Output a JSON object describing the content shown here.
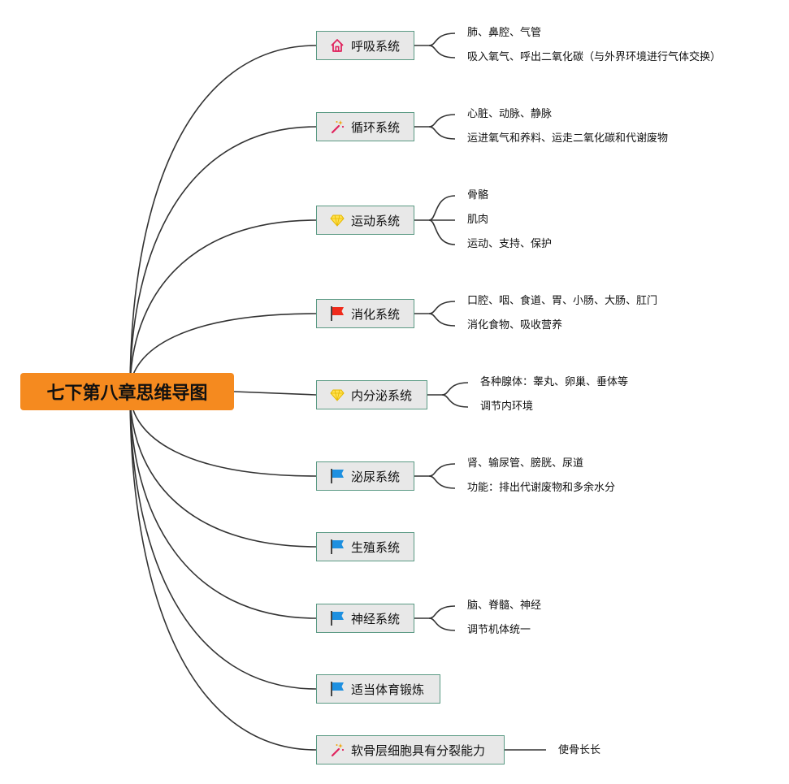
{
  "root": {
    "label": "七下第八章思维导图"
  },
  "topics": [
    {
      "label": "呼吸系统",
      "icon": "house-icon",
      "leaves": [
        "肺、鼻腔、气管",
        "吸入氧气、呼出二氧化碳（与外界环境进行气体交换）"
      ]
    },
    {
      "label": "循环系统",
      "icon": "magic-wand-icon",
      "leaves": [
        "心脏、动脉、静脉",
        "运进氧气和养料、运走二氧化碳和代谢废物"
      ]
    },
    {
      "label": "运动系统",
      "icon": "diamond-icon",
      "leaves": [
        "骨骼",
        "肌肉",
        "运动、支持、保护"
      ]
    },
    {
      "label": "消化系统",
      "icon": "red-flag-icon",
      "leaves": [
        "口腔、咽、食道、胃、小肠、大肠、肛门",
        "消化食物、吸收营养"
      ]
    },
    {
      "label": "内分泌系统",
      "icon": "diamond-icon",
      "leaves": [
        "各种腺体：睾丸、卵巢、垂体等",
        "调节内环境"
      ]
    },
    {
      "label": "泌尿系统",
      "icon": "blue-flag-icon",
      "leaves": [
        "肾、输尿管、膀胱、尿道",
        "功能：排出代谢废物和多余水分"
      ]
    },
    {
      "label": "生殖系统",
      "icon": "blue-flag-icon",
      "leaves": []
    },
    {
      "label": "神经系统",
      "icon": "blue-flag-icon",
      "leaves": [
        "脑、脊髓、神经",
        "调节机体统一"
      ]
    },
    {
      "label": "适当体育锻炼",
      "icon": "blue-flag-icon",
      "leaves": []
    },
    {
      "label": "软骨层细胞具有分裂能力",
      "icon": "magic-wand-icon",
      "leaves": [
        "使骨长长"
      ]
    }
  ],
  "colors": {
    "root": "#f58a1f",
    "topic_fill": "#e8e8e8",
    "topic_border": "#5b9a84",
    "line": "#333333"
  }
}
